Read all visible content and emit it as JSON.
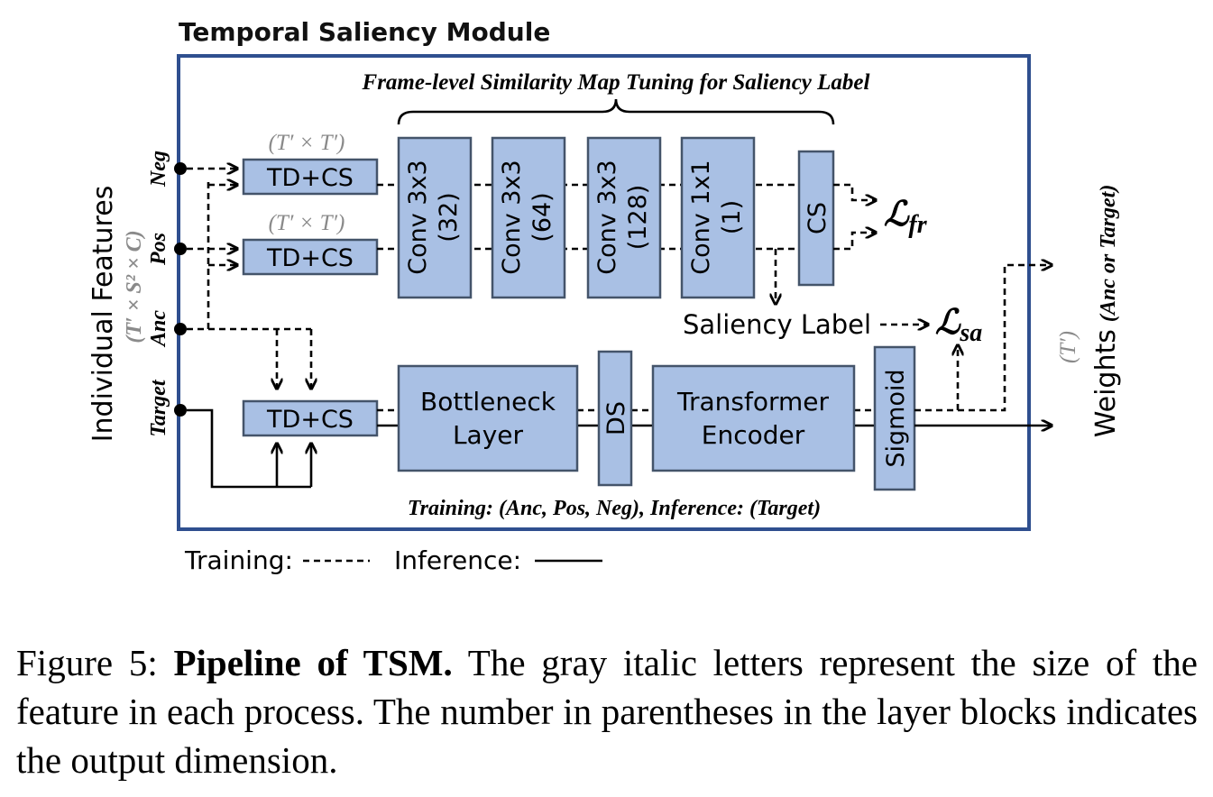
{
  "module_title": "Temporal Saliency Module",
  "top_brace_label": "Frame-level Similarity Map Tuning for Saliency Label",
  "inputs": {
    "axis_label": "Individual Features",
    "size": "(T′ × S² × C)",
    "neg": "Neg",
    "pos": "Pos",
    "anc": "Anc",
    "target": "Target"
  },
  "size_tt": "(T′ × T′)",
  "blocks": {
    "tdcs": "TD+CS",
    "conv1_line1": "Conv 3x3",
    "conv1_line2": "(32)",
    "conv2_line1": "Conv 3x3",
    "conv2_line2": "(64)",
    "conv3_line1": "Conv 3x3",
    "conv3_line2": "(128)",
    "conv4_line1": "Conv 1x1",
    "conv4_line2": "(1)",
    "cs": "CS",
    "bottleneck_line1": "Bottleneck",
    "bottleneck_line2": "Layer",
    "ds": "DS",
    "transformer_line1": "Transformer",
    "transformer_line2": "Encoder",
    "sigmoid": "Sigmoid"
  },
  "losses": {
    "fr_symbol": "ℒ",
    "fr_sub": "fr",
    "sa_symbol": "ℒ",
    "sa_sub": "sa"
  },
  "saliency_label": "Saliency Label",
  "bottom_note": "Training: (Anc, Pos, Neg), Inference: (Target)",
  "output": {
    "weights": "Weights",
    "qualifier": "(Anc or Target)",
    "size": "(T′)"
  },
  "legend": {
    "training": "Training:",
    "inference": "Inference:"
  },
  "caption": {
    "prefix": "Figure 5: ",
    "bold": "Pipeline of TSM.",
    "rest": " The gray italic letters represent the size of the feature in each process. The number in parentheses in the layer blocks indicates the output dimension."
  }
}
